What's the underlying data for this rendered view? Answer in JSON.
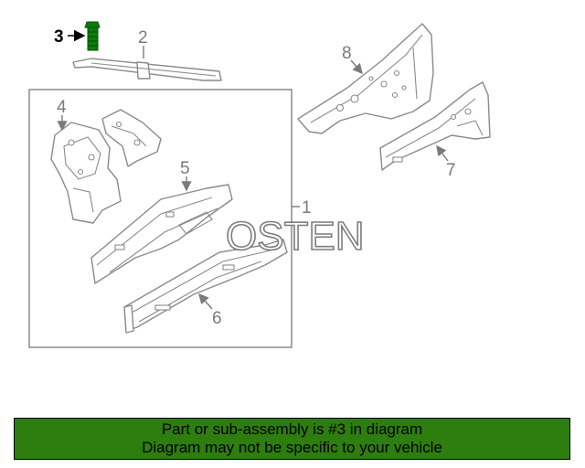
{
  "callouts": {
    "c1": "1",
    "c2": "2",
    "c3": "3",
    "c4": "4",
    "c5": "5",
    "c6": "6",
    "c7": "7",
    "c8": "8"
  },
  "highlighted_callout": "3",
  "highlight_color": "#006d00",
  "watermark": "OSTEN",
  "banner": {
    "line1": "Part or sub-assembly is #3 in diagram",
    "line2": "Diagram may not be specific to your vehicle",
    "background": "#2e7d0f"
  }
}
